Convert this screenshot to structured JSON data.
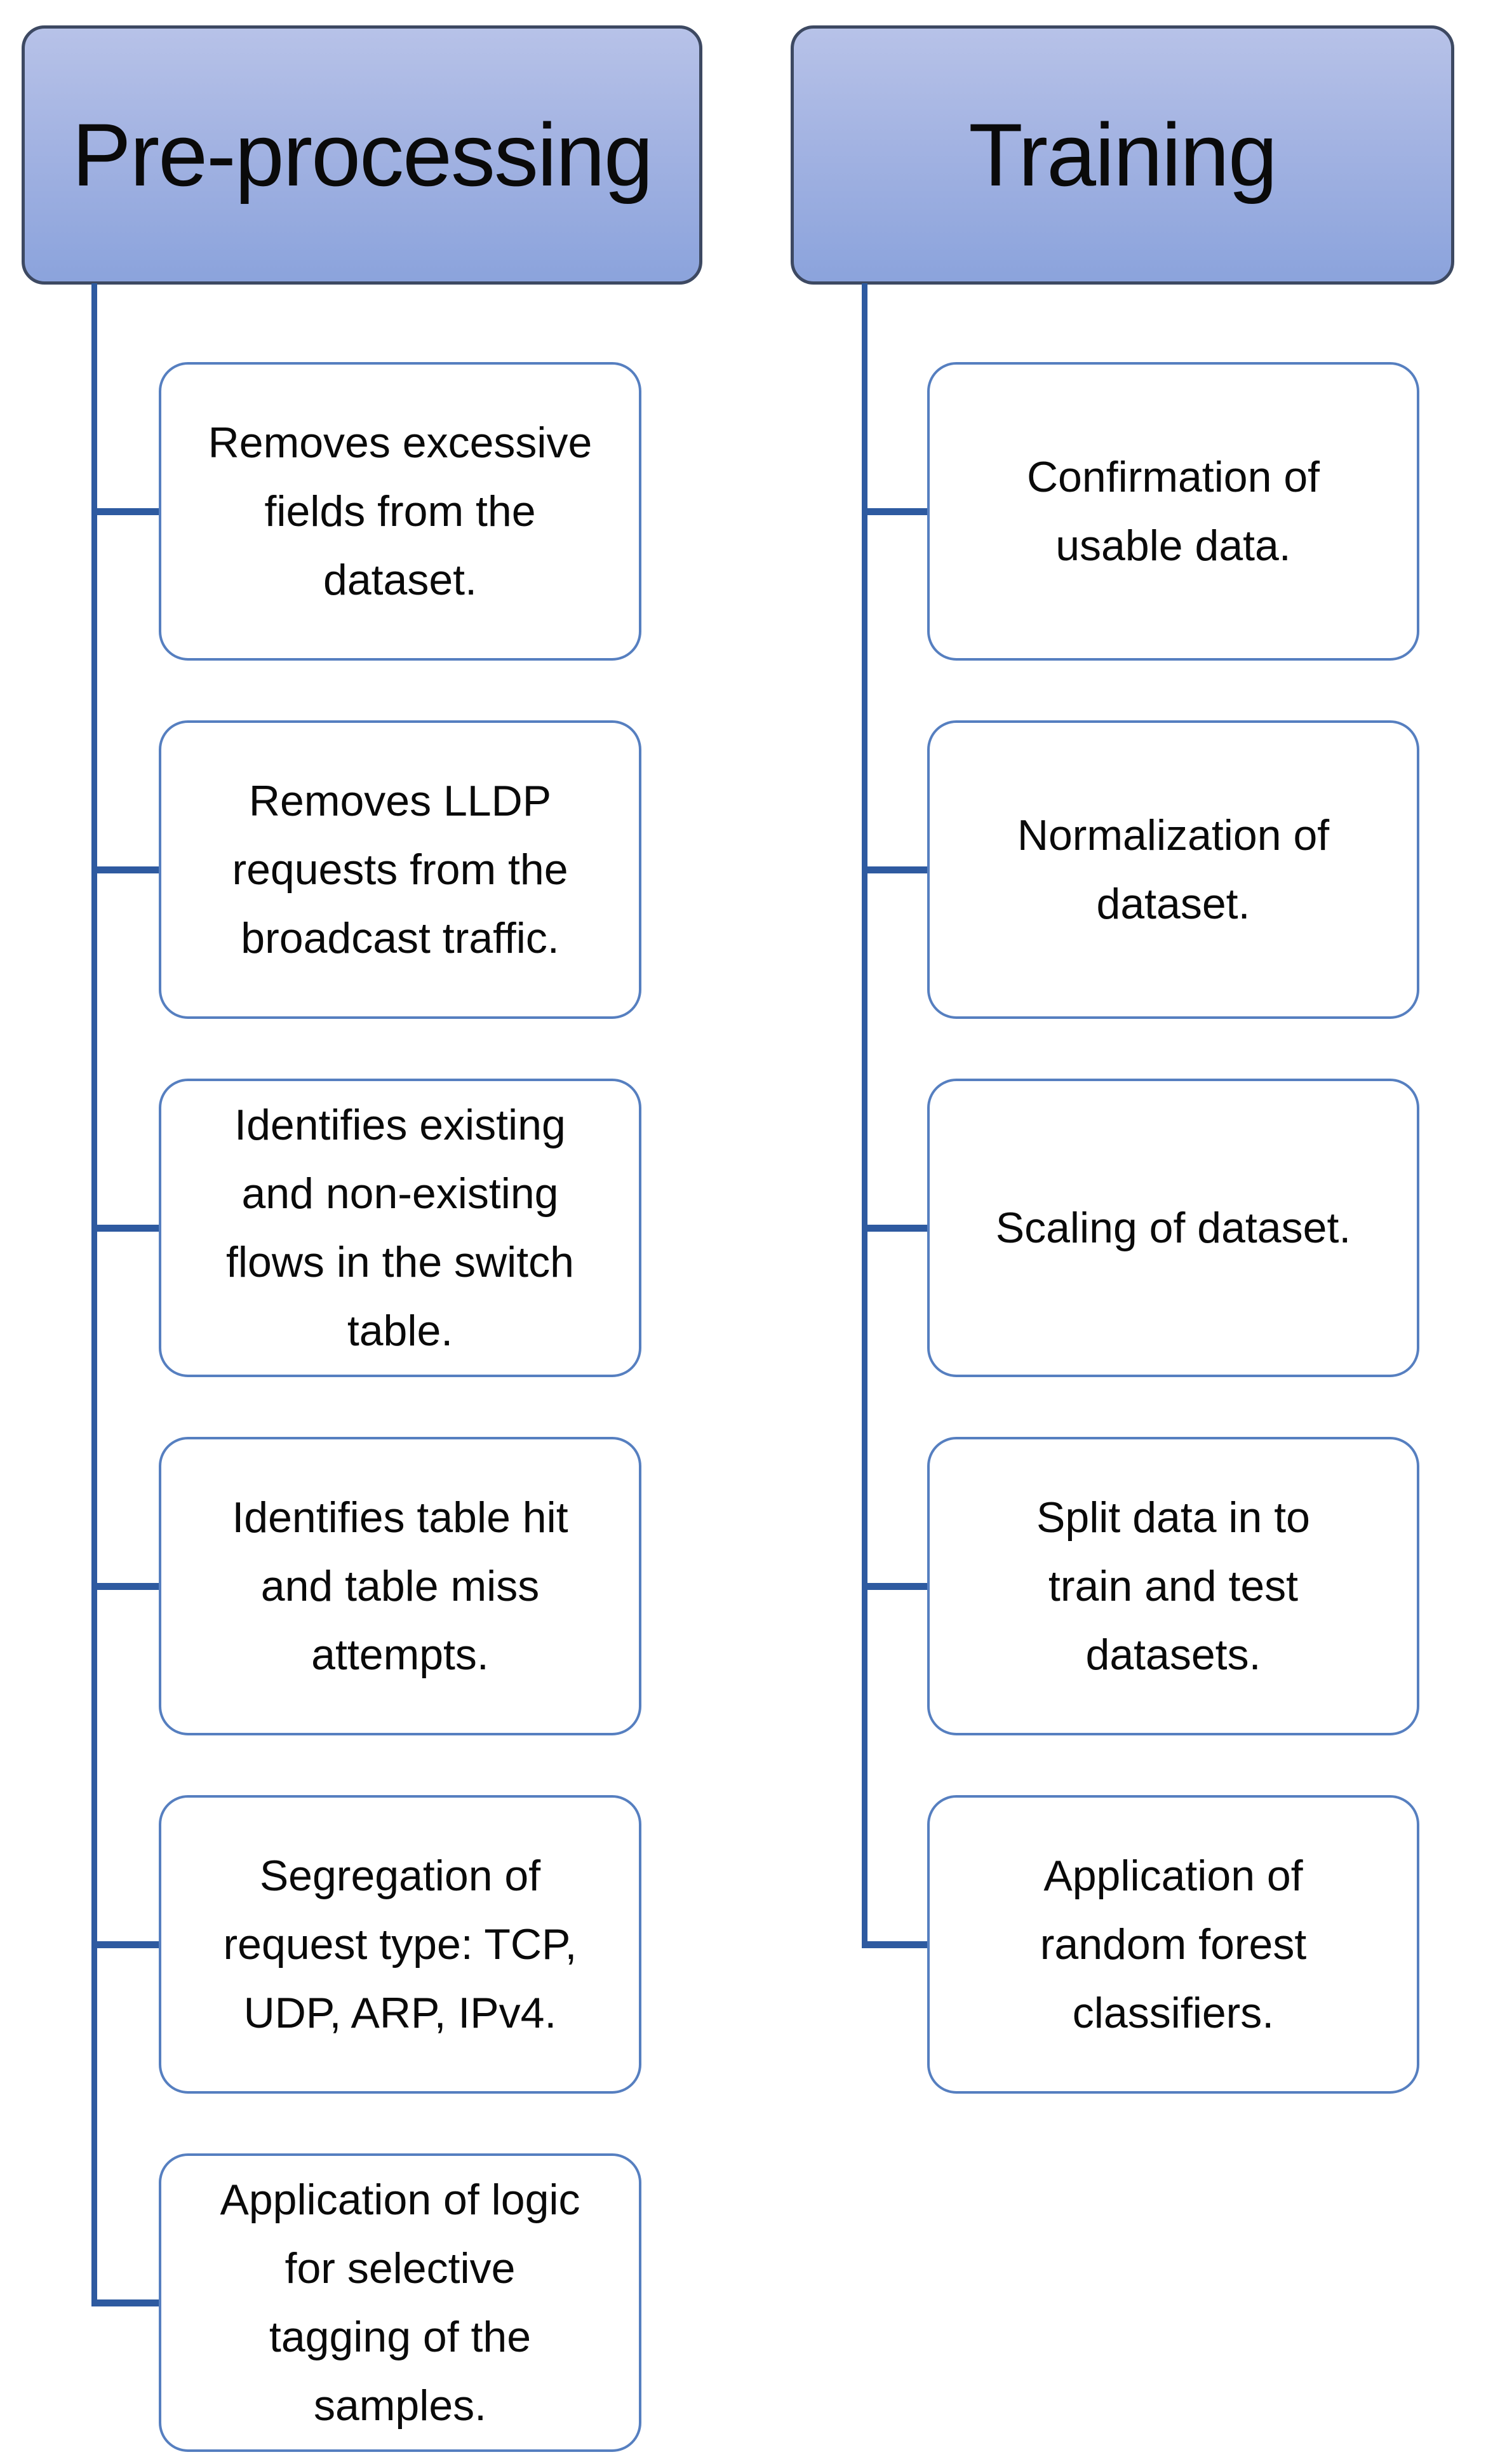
{
  "diagram": {
    "type": "smartart-hierarchy-list",
    "background_color": "#ffffff",
    "colors": {
      "header_fill_top": "#b7c2e8",
      "header_fill_bottom": "#8ba3dc",
      "header_border": "#3d4962",
      "node_border": "#567fc0",
      "node_fill": "#ffffff",
      "connector": "#2e5aa0",
      "text": "#0a0a0a"
    },
    "columns": [
      {
        "id": "pre-processing",
        "header": "Pre-processing",
        "items": [
          {
            "text": "Removes excessive\nfields from the\ndataset."
          },
          {
            "text": "Removes LLDP\nrequests from the\nbroadcast traffic."
          },
          {
            "text": "Identifies existing\nand non-existing\nflows in the switch\ntable."
          },
          {
            "text": "Identifies table hit\nand table miss\nattempts."
          },
          {
            "text": "Segregation of\nrequest type: TCP,\nUDP, ARP, IPv4."
          },
          {
            "text": "Application of logic\nfor selective\ntagging of the\nsamples."
          }
        ]
      },
      {
        "id": "training",
        "header": "Training",
        "items": [
          {
            "text": "Confirmation of\nusable data."
          },
          {
            "text": "Normalization of\ndataset."
          },
          {
            "text": "Scaling of dataset."
          },
          {
            "text": "Split data in to\ntrain and test\ndatasets."
          },
          {
            "text": "Application of\nrandom forest\nclassifiers."
          }
        ]
      }
    ]
  }
}
